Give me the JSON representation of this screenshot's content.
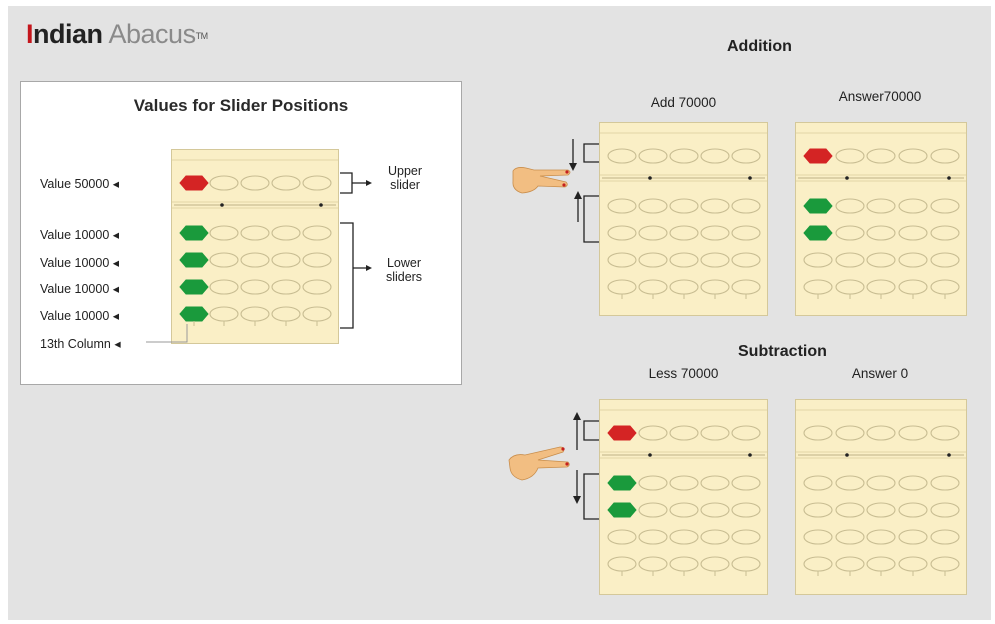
{
  "logo": {
    "word1_first": "I",
    "word1_rest": "ndian",
    "word2": "Abacus",
    "tm": "TM"
  },
  "legend": {
    "title": "Values for Slider Positions",
    "row_labels": [
      "Value 50000",
      "Value 10000",
      "Value 10000",
      "Value 10000",
      "Value 10000"
    ],
    "column_label": "13th Column",
    "upper_slider": [
      "Upper",
      "slider"
    ],
    "lower_sliders": [
      "Lower",
      "sliders"
    ]
  },
  "addition": {
    "title": "Addition",
    "left_label": "Add 70000",
    "right_label": "Answer70000"
  },
  "subtraction": {
    "title": "Subtraction",
    "left_label": "Less 70000",
    "right_label": "Answer 0"
  },
  "colors": {
    "upper_active": "#d42424",
    "lower_active": "#1a9a3c",
    "frame": "#faefc6",
    "bead_outline": "#c8bd92"
  },
  "abaci": {
    "legend": {
      "upper_active": [
        true,
        false,
        false,
        false,
        false
      ],
      "lower_active_count": [
        4,
        0,
        0,
        0,
        0
      ]
    },
    "add_left": {
      "upper_active": [
        false,
        false,
        false,
        false,
        false
      ],
      "lower_active_count": [
        0,
        0,
        0,
        0,
        0
      ]
    },
    "add_right": {
      "upper_active": [
        true,
        false,
        false,
        false,
        false
      ],
      "lower_active_count": [
        2,
        0,
        0,
        0,
        0
      ]
    },
    "sub_left": {
      "upper_active": [
        true,
        false,
        false,
        false,
        false
      ],
      "lower_active_count": [
        2,
        0,
        0,
        0,
        0
      ]
    },
    "sub_right": {
      "upper_active": [
        false,
        false,
        false,
        false,
        false
      ],
      "lower_active_count": [
        0,
        0,
        0,
        0,
        0
      ]
    }
  }
}
